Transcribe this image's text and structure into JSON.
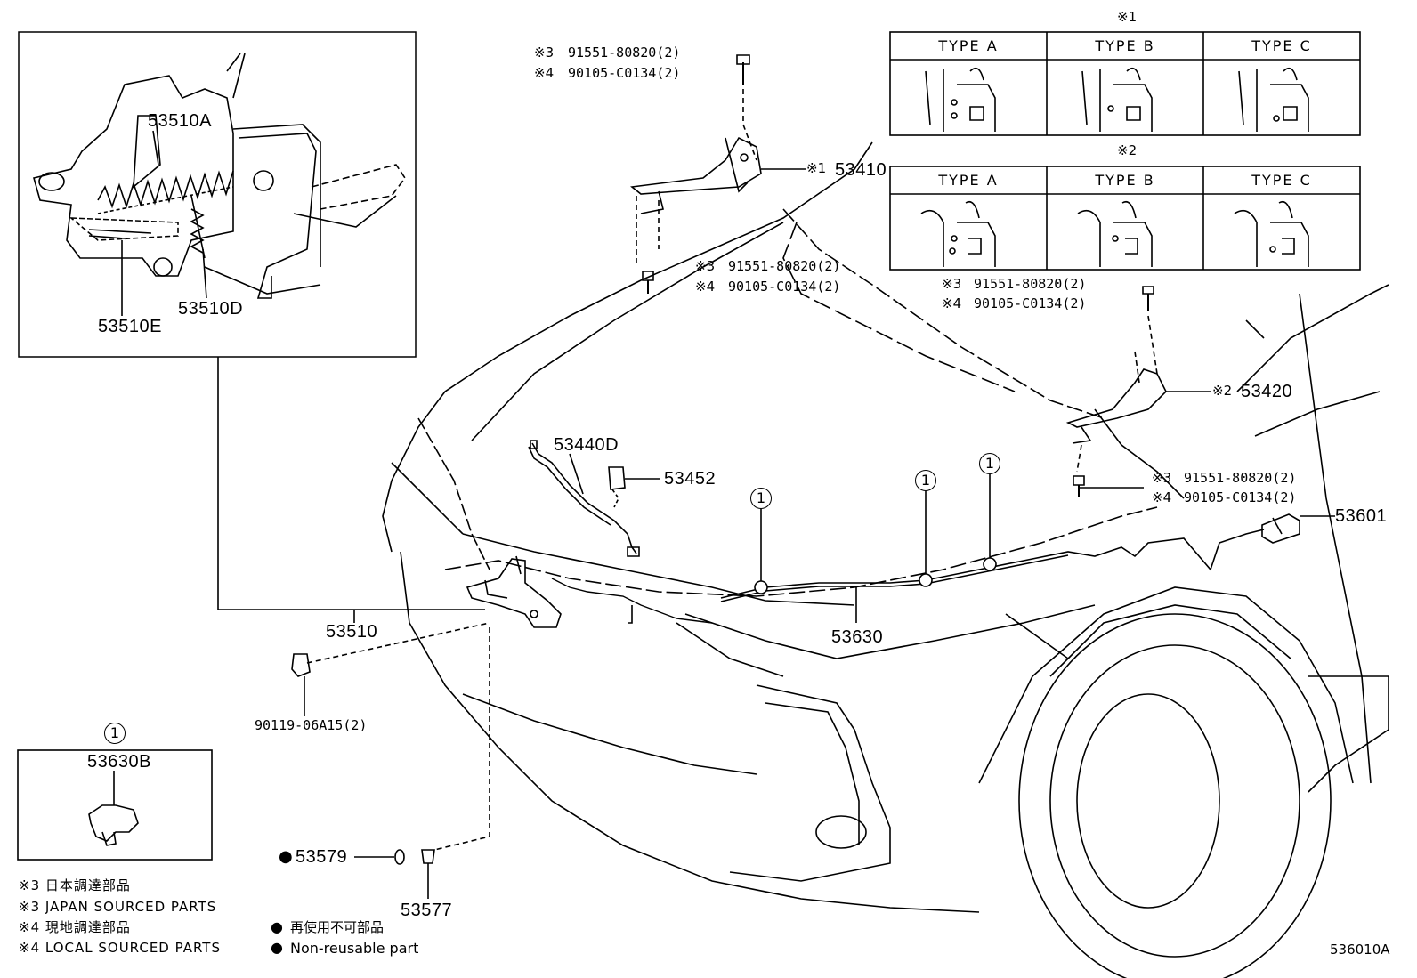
{
  "parts": {
    "p53510A": "53510A",
    "p53510E": "53510E",
    "p53510D": "53510D",
    "p53510": "53510",
    "p53410": "53410",
    "p53420": "53420",
    "p53440D": "53440D",
    "p53452": "53452",
    "p53601": "53601",
    "p53630": "53630",
    "p53630B": "53630B",
    "p53579": "53579",
    "p53577": "53577",
    "p90119": "90119-06A15(2)"
  },
  "bolts": {
    "top_a": "91551-80820(2)",
    "top_b": "90105-C0134(2)",
    "mid_a": "91551-80820(2)",
    "mid_b": "90105-C0134(2)",
    "right_a": "91551-80820(2)",
    "right_b": "90105-C0134(2)",
    "low_a": "91551-80820(2)",
    "low_b": "90105-C0134(2)"
  },
  "marks": {
    "m1": "※1",
    "m2": "※2",
    "m3": "※3",
    "m4": "※4",
    "circled_one": "1",
    "dot": "●"
  },
  "types": {
    "a": "TYPE A",
    "b": "TYPE B",
    "c": "TYPE C"
  },
  "legend": {
    "l1": "※3 日本調達部品",
    "l2": "※3 JAPAN SOURCED PARTS",
    "l3": "※4 現地調達部品",
    "l4": "※4 LOCAL SOURCED PARTS",
    "l5": "再使用不可部品",
    "l6": "Non-reusable part"
  },
  "diagram_code": "536010A"
}
